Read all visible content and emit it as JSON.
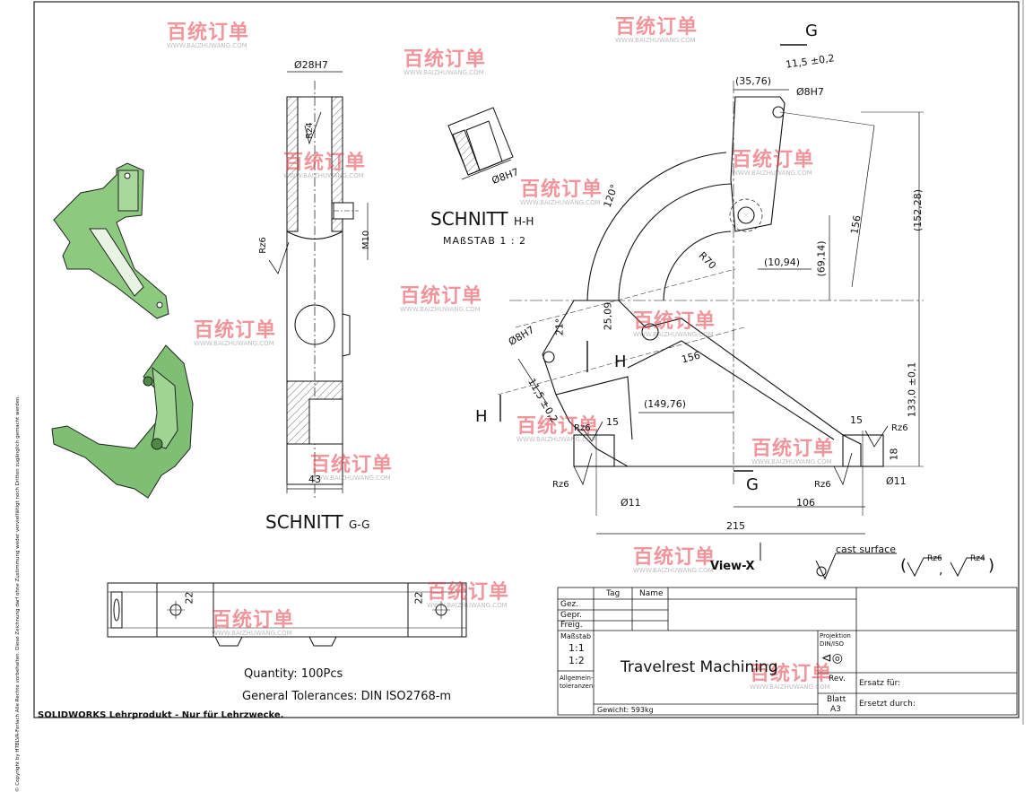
{
  "left_copyright": "© Copyright by HTBLVA-Ferlach  Alle Rechte vorbehalten. Diese Zeichnung darf ohne Zustimmung weder vervielfältigt noch Dritten zugänglich gemacht werden.",
  "footer_note": "SOLIDWORKS Lehrprodukt - Nur für Lehrzwecke.",
  "watermark": {
    "text": "百统订单",
    "url": "WWW.BAIZHUWANG.COM",
    "color": "#e7404a"
  },
  "section_gg": {
    "title": "SCHNITT",
    "suffix": "G-G",
    "dims": {
      "bore": "Ø28H7",
      "rz4": "Rz4",
      "rz6": "Rz6",
      "thread": "M10",
      "width": "43"
    }
  },
  "section_hh": {
    "title": "SCHNITT",
    "suffix": "H-H",
    "scale": "MAßSTAB 1 : 2",
    "dims": {
      "bore": "Ø8H7"
    }
  },
  "main_view": {
    "labels": {
      "G": "G",
      "H": "H"
    },
    "dims": {
      "d1": "11,5 ±0,2",
      "d2": "(35,76)",
      "d3": "Ø8H7",
      "d4": "120°",
      "d5": "R70",
      "d6": "(10,94)",
      "d7": "(69,14)",
      "d8": "156",
      "d9": "(152,28)",
      "d10": "21°",
      "d11": "25,09",
      "d12": "Ø8H7",
      "d13": "156",
      "d14": "11,5 ±0,2",
      "d15": "(149,76)",
      "d16": "15",
      "d17": "Rz6",
      "d18": "Rz6",
      "d19": "Ø11",
      "d20": "215",
      "d21": "106",
      "d22": "15",
      "d23": "Rz6",
      "d24": "18",
      "d25": "Ø11",
      "d26": "Rz6",
      "d27": "133,0 ±0,1"
    },
    "view_x": "View-X"
  },
  "surface": {
    "label": "cast surface",
    "rz6": "Rz6",
    "rz4": "Rz4"
  },
  "bottom_view": {
    "dim_left": "22",
    "dim_right": "22"
  },
  "notes": {
    "quantity": "Quantity: 100Pcs",
    "tolerances": "General Tolerances: DIN ISO2768-m"
  },
  "title_block": {
    "col_tag": "Tag",
    "col_name": "Name",
    "rows": [
      "Gez.",
      "Gepr.",
      "Freig."
    ],
    "massstab_label": "Maßstab",
    "massstab_1": "1:1",
    "massstab_2": "1:2",
    "allgemein": "Allgemein-toleranzen",
    "title": "Travelrest Machining",
    "projektion_label": "Projektion DIN/ISO",
    "rev": "Rev.",
    "blatt": "Blatt",
    "format": "A3",
    "ersatz_fuer": "Ersatz für:",
    "ersetzt_durch": "Ersetzt durch:",
    "gewicht": "Gewicht: 593kg"
  }
}
